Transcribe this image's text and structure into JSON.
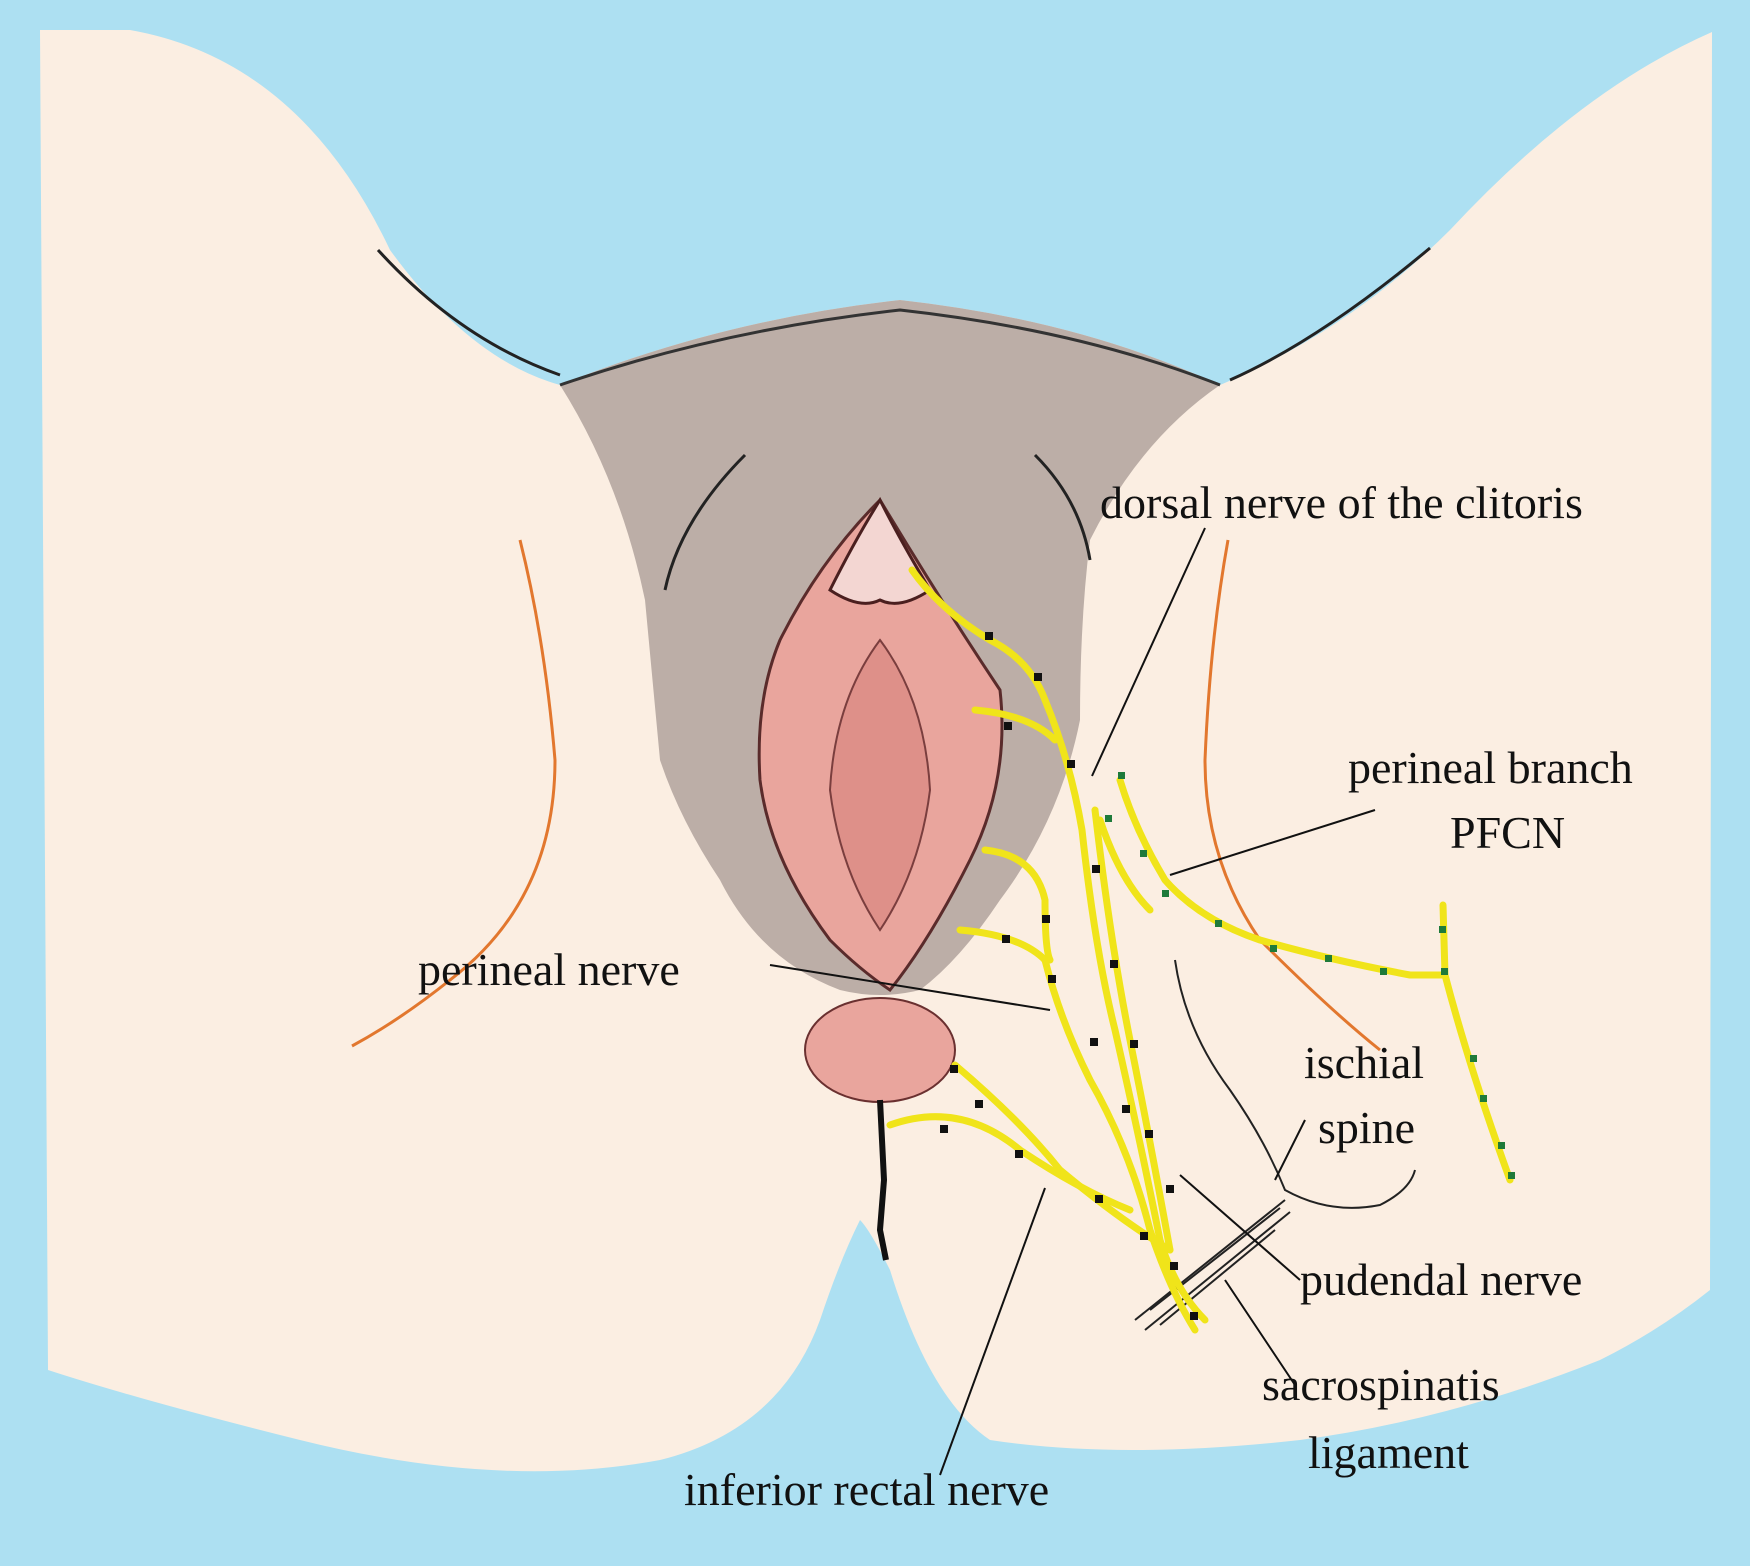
{
  "labels": {
    "dorsal_nerve": "dorsal nerve of the clitoris",
    "perineal_branch_line1": "perineal branch",
    "perineal_branch_line2": "PFCN",
    "perineal_nerve": "perineal nerve",
    "ischial_spine_line1": "ischial",
    "ischial_spine_line2": "spine",
    "pudendal_nerve": "pudendal nerve",
    "sacrospinatis_line1": "sacrospinatis",
    "sacrospinatis_line2": "ligament",
    "inferior_rectal_nerve": "inferior rectal nerve"
  },
  "colors": {
    "background": "#ade0f2",
    "skin": "#fbeee2",
    "nerve": "#f0e41a",
    "nerve_node_black": "#111111",
    "nerve_node_green": "#1e7a3a",
    "mons": "#bcaea7",
    "mucosa": "#e9a59d",
    "orange_line": "#e2772e"
  }
}
